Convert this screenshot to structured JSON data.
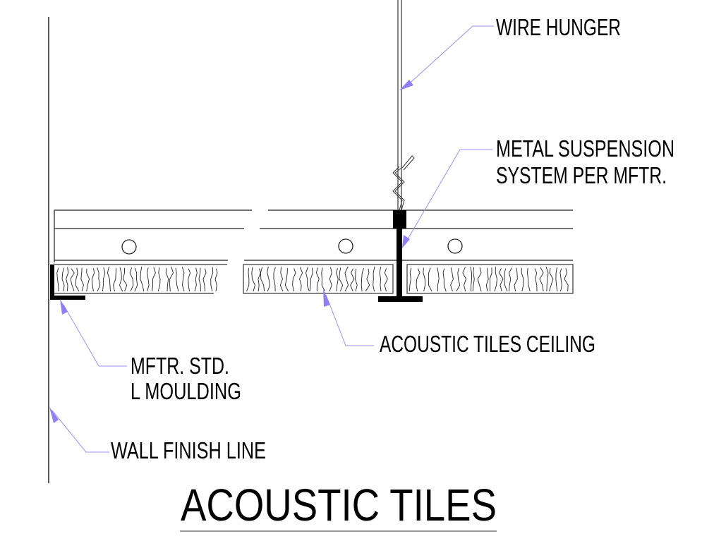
{
  "title": "ACOUSTIC TILES",
  "labels": {
    "wire_hanger": "WIRE HUNGER",
    "suspension_line1": "METAL SUSPENSION",
    "suspension_line2": "SYSTEM PER MFTR.",
    "tiles_ceiling": "ACOUSTIC TILES CEILING",
    "moulding_line1": "MFTR. STD.",
    "moulding_line2": "L MOULDING",
    "wall_finish": "WALL FINISH LINE"
  },
  "colors": {
    "linework": "#000000",
    "leader": "#8f7ff5",
    "title_underline": "#777777"
  }
}
